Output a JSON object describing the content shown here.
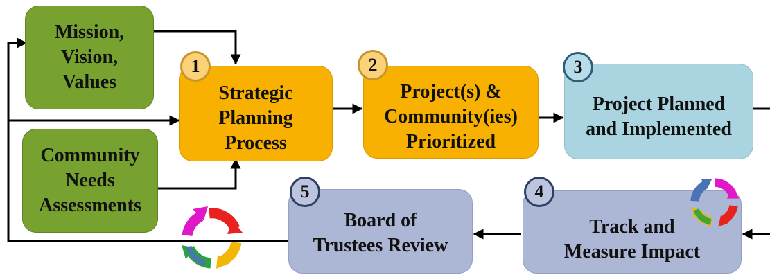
{
  "boxes": {
    "mission": "Mission,\nVision,\nValues",
    "needs": "Community\nNeeds\nAssessments",
    "step1": "Strategic\nPlanning\nProcess",
    "step2": "Project(s) &\nCommunity(ies)\nPrioritized",
    "step3": "Project Planned\nand Implemented",
    "step4": "Track and\nMeasure Impact",
    "step5": "Board of\nTrustees Review"
  },
  "badges": {
    "step1": "1",
    "step2": "2",
    "step3": "3",
    "step4": "4",
    "step5": "5"
  },
  "colors": {
    "green": "#78a22f",
    "gold": "#f8b100",
    "teal": "#a9d4e0",
    "slate": "#acb6d5",
    "cycle": [
      "#e8231f",
      "#f2b705",
      "#2aa33c",
      "#4a73b5",
      "#e018c8",
      "#f07ad8"
    ]
  },
  "icons": {
    "cycle": "cycle-arrows-icon"
  }
}
